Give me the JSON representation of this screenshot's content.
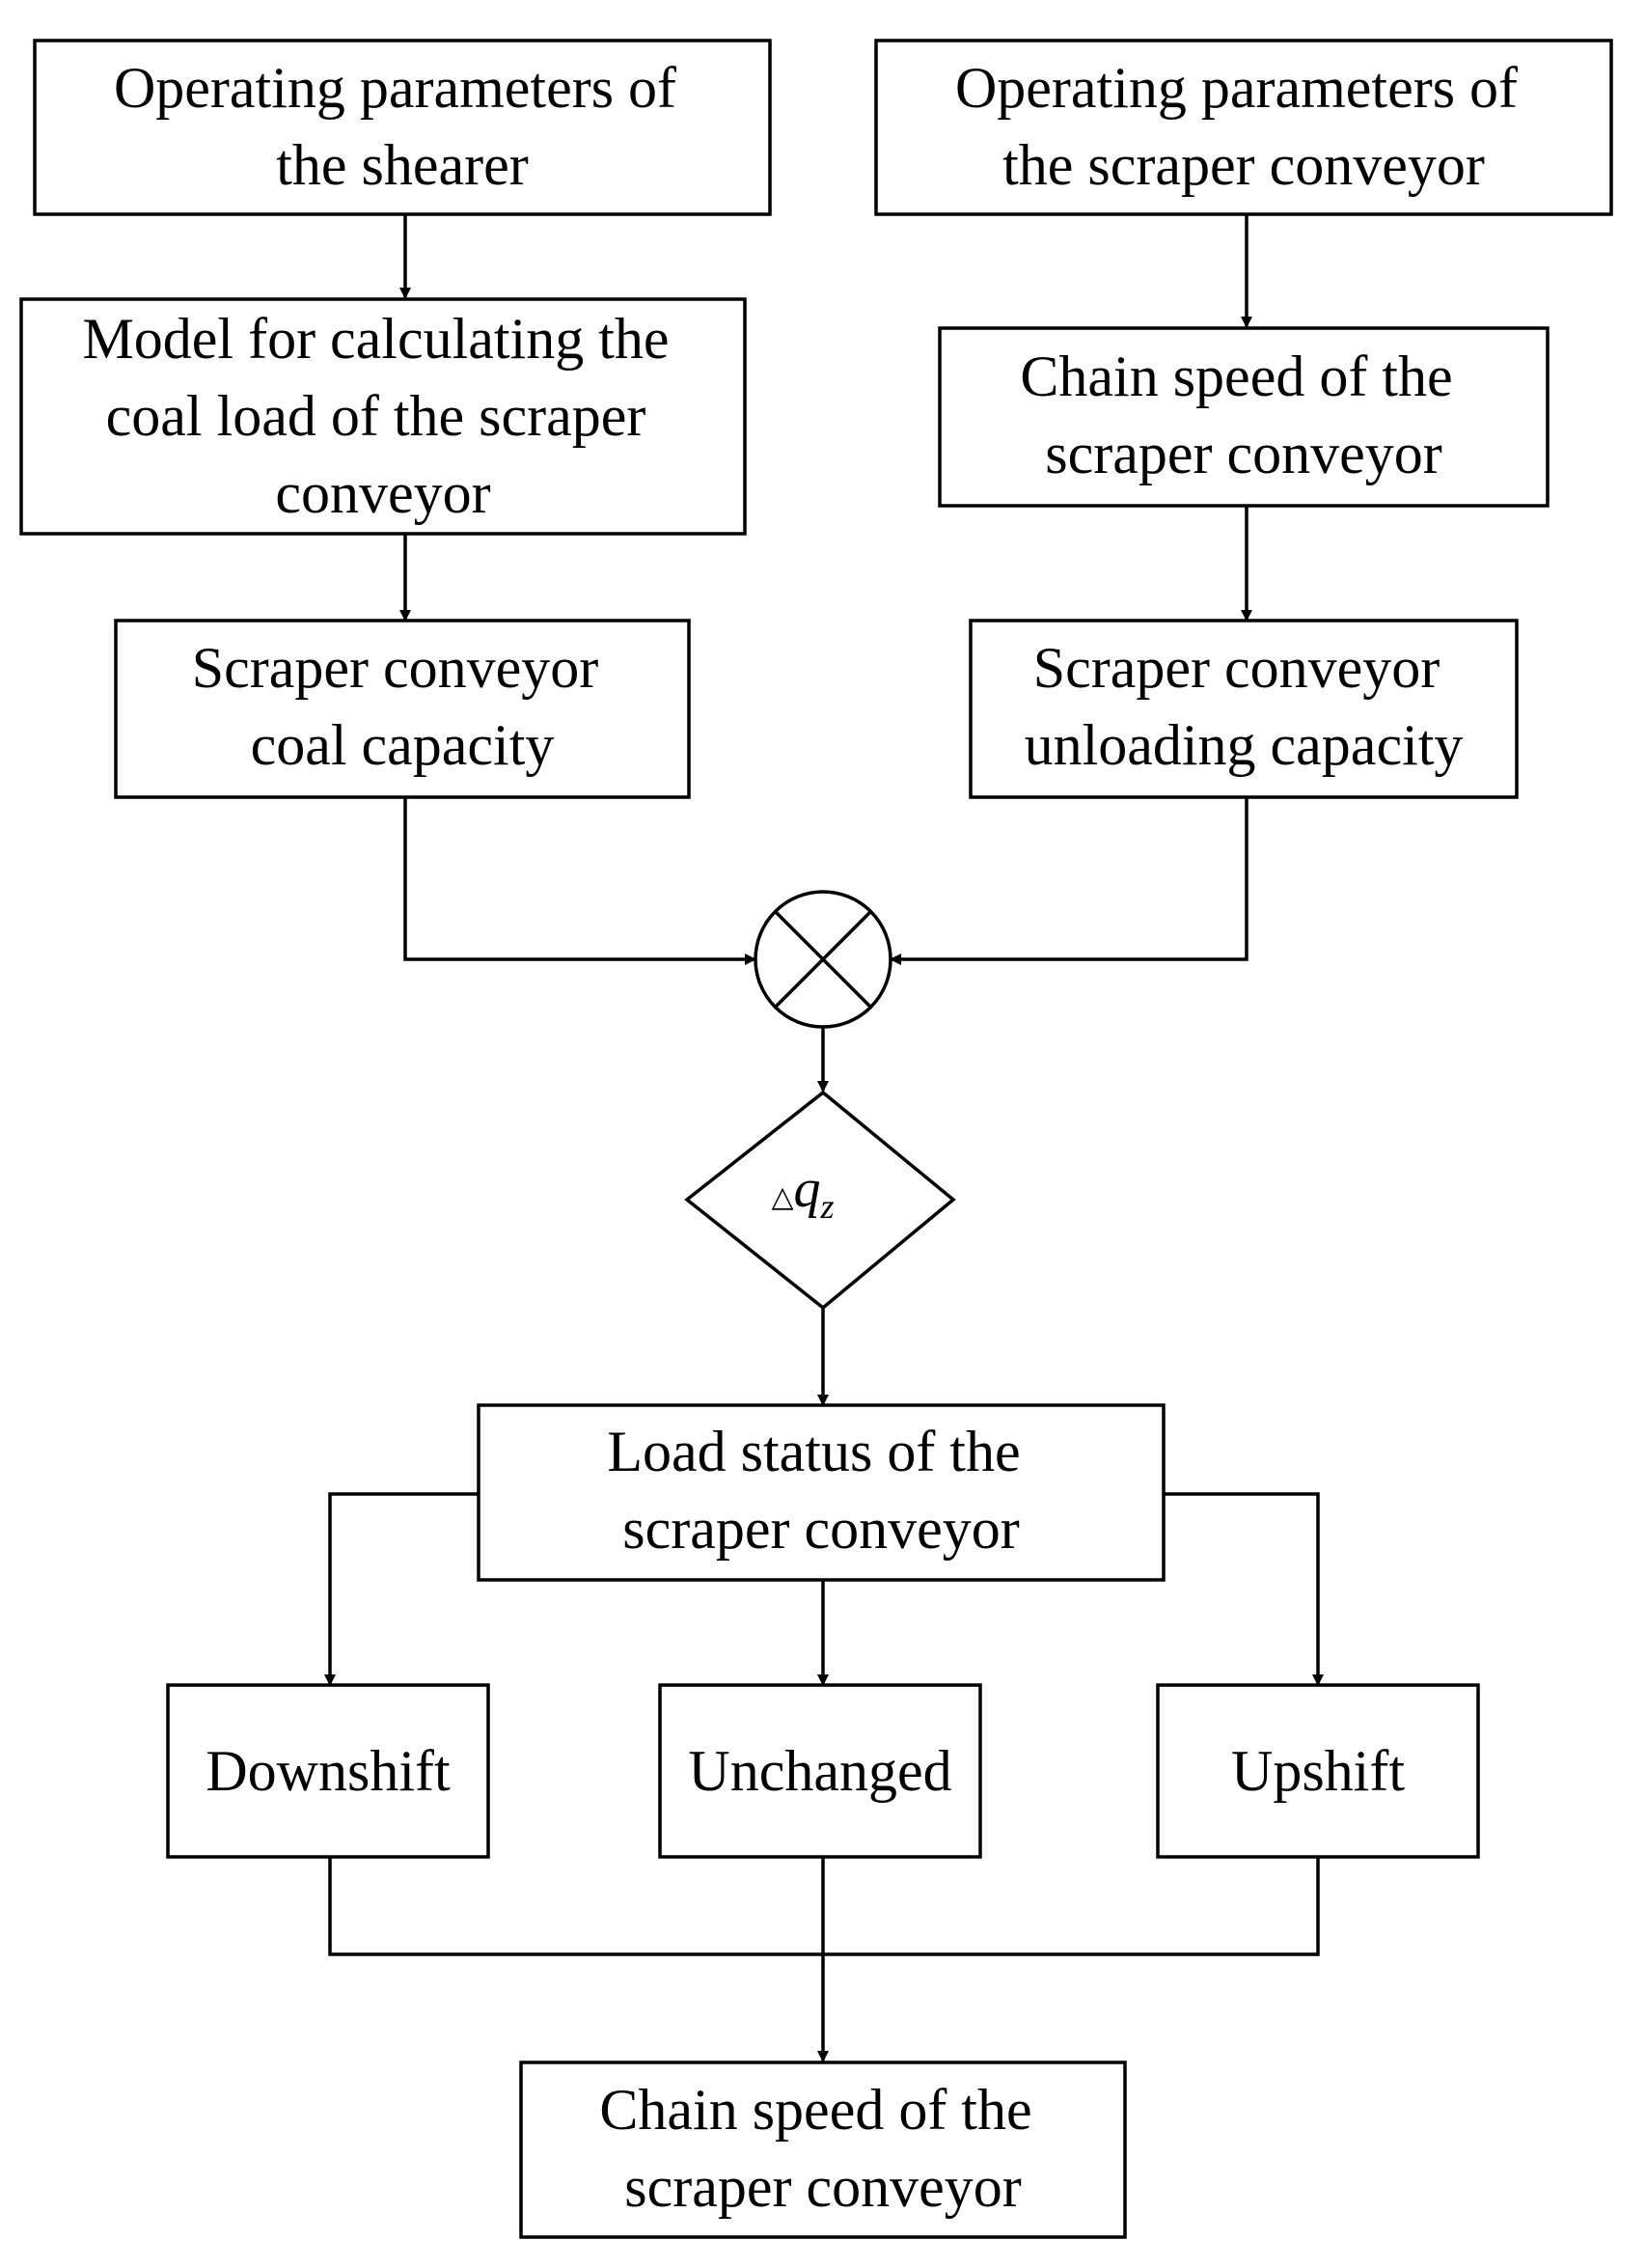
{
  "nodes": {
    "shearer_params": {
      "lines": [
        "Operating parameters of",
        "the shearer"
      ]
    },
    "conveyor_params": {
      "lines": [
        "Operating parameters of",
        "the scraper conveyor"
      ]
    },
    "load_model": {
      "lines": [
        "Model for calculating the",
        "coal load of the scraper",
        "conveyor"
      ]
    },
    "chain_speed_input": {
      "lines": [
        "Chain speed of the",
        "scraper conveyor"
      ]
    },
    "coal_capacity": {
      "lines": [
        "Scraper conveyor",
        "coal capacity"
      ]
    },
    "unloading_capacity": {
      "lines": [
        "Scraper conveyor",
        "unloading capacity"
      ]
    },
    "delta": {
      "symbol": "△",
      "variable": "q",
      "subscript": "z"
    },
    "load_status": {
      "lines": [
        "Load status of the",
        "scraper conveyor"
      ]
    },
    "downshift": {
      "lines": [
        "Downshift"
      ]
    },
    "unchanged": {
      "lines": [
        "Unchanged"
      ]
    },
    "upshift": {
      "lines": [
        "Upshift"
      ]
    },
    "chain_speed_output": {
      "lines": [
        "Chain speed of the",
        "scraper conveyor"
      ]
    }
  }
}
